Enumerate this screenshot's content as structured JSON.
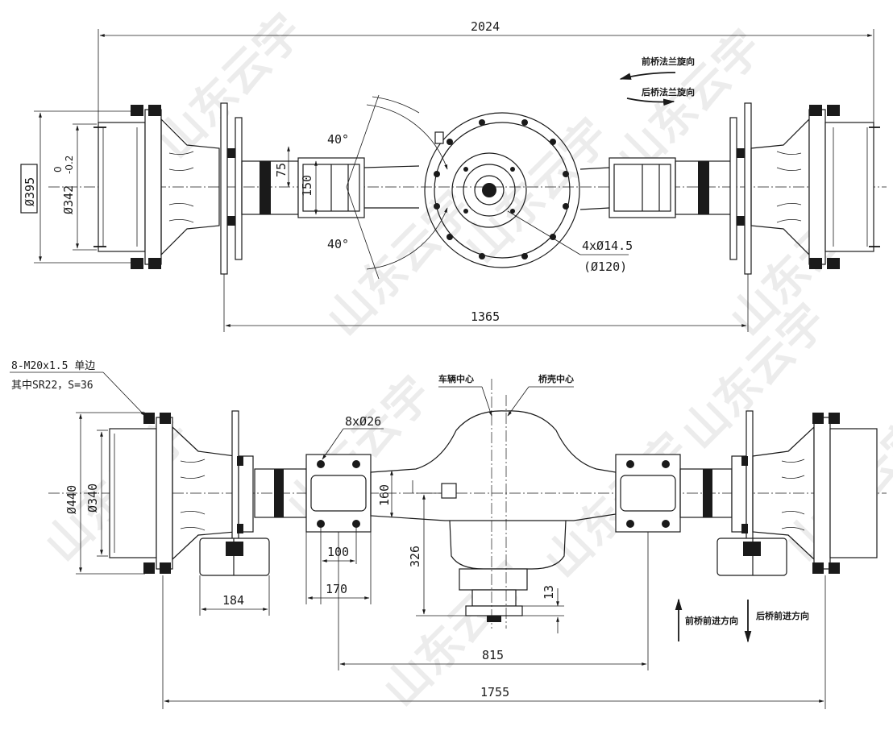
{
  "top_view": {
    "overall_length": "2024",
    "spring_seat_span": "1365",
    "bolt_circle_dia": "Ø395",
    "flange_dia": "Ø342",
    "flange_tol_upper": "0",
    "flange_tol_lower": "-0.2",
    "angle_upper": "40°",
    "angle_lower": "40°",
    "seat_height_75": "75",
    "seat_width_150": "150",
    "flange_holes": "4xØ14.5",
    "flange_pcd": "(Ø120)",
    "front_rotation": "前桥法兰旋向",
    "rear_rotation": "后桥法兰旋向"
  },
  "front_view": {
    "thread_spec": "8-M20x1.5  单边",
    "thread_note": "其中SR22，S=36",
    "vehicle_center": "车辆中心",
    "housing_center": "桥壳中心",
    "seat_holes": "8xØ26",
    "drum_outer": "Ø440",
    "drum_inner": "Ø340",
    "seat_height_160": "160",
    "dim_100": "100",
    "dim_170": "170",
    "dim_184": "184",
    "dim_326": "326",
    "dim_13": "13",
    "dim_815": "815",
    "dim_1755": "1755",
    "front_forward": "前桥前进方向",
    "rear_forward": "后桥前进方向"
  },
  "watermark": "山东云宇"
}
